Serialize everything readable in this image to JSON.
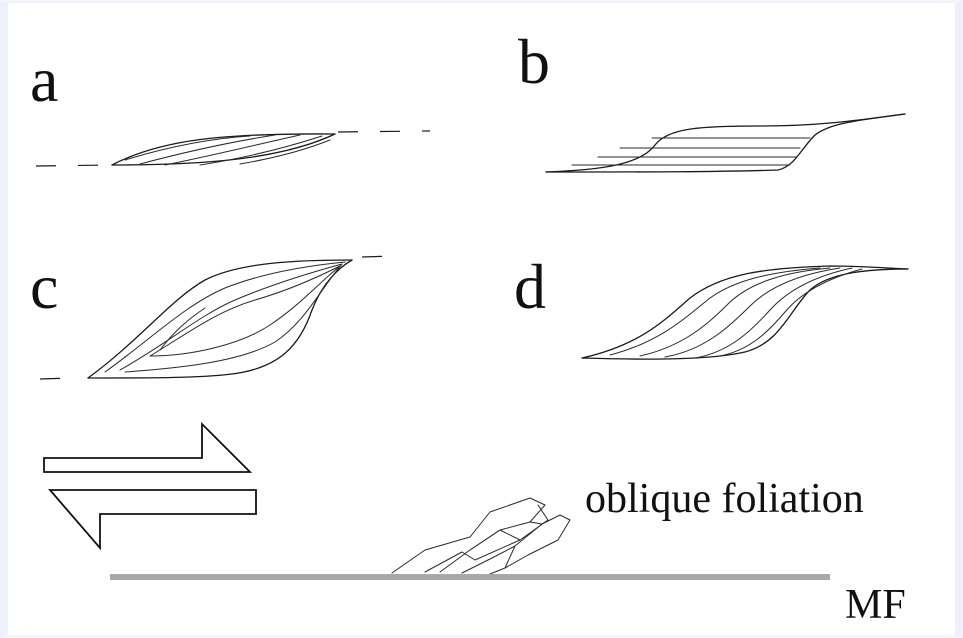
{
  "panels": {
    "a": "a",
    "b": "b",
    "c": "c",
    "d": "d"
  },
  "captions": {
    "oblique_foliation": "oblique foliation",
    "mf": "MF"
  },
  "colors": {
    "ink": "#1a1a1a",
    "mf_line": "#a8a8a8",
    "frame": "#eef0fb"
  },
  "shear_sense": "dextral"
}
